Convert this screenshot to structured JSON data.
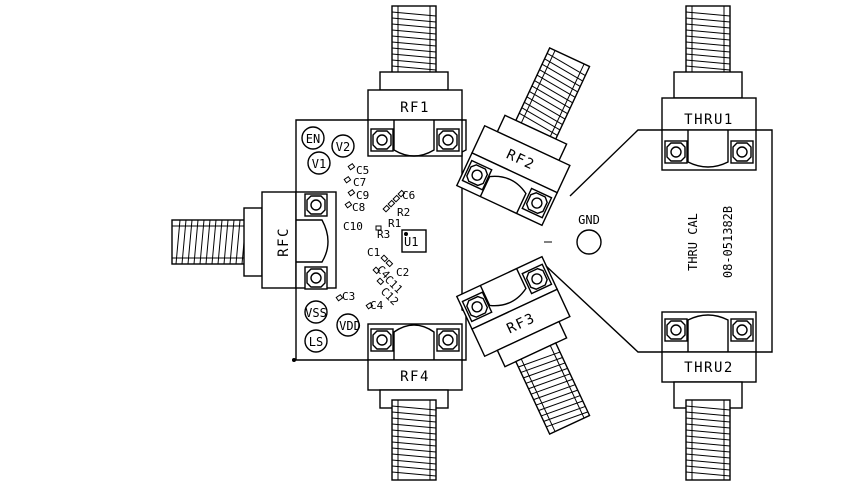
{
  "ports": {
    "rf1": "RF1",
    "rf2": "RF2",
    "rf3": "RF3",
    "rf4": "RF4",
    "rfc": "RFC",
    "thru1": "THRU1",
    "thru2": "THRU2"
  },
  "pads": {
    "en": "EN",
    "v1": "V1",
    "v2": "V2",
    "vss": "VSS",
    "vdd": "VDD",
    "ls": "LS",
    "gnd": "GND"
  },
  "components": {
    "c5": "C5",
    "c7": "C7",
    "c9": "C9",
    "c8": "C8",
    "c6": "C6",
    "r2": "R2",
    "r1": "R1",
    "c10": "C10",
    "r3": "R3",
    "u1": "U1",
    "c1": "C1",
    "c2": "C2",
    "c4_upper": "C4",
    "c11": "C11",
    "c12": "C12",
    "c3": "C3",
    "c4_lower": "C4"
  },
  "thru_cal": {
    "title": "THRU CAL",
    "part_number": "08-051382B"
  },
  "colors": {
    "ink": "#000000",
    "paper": "#ffffff"
  }
}
